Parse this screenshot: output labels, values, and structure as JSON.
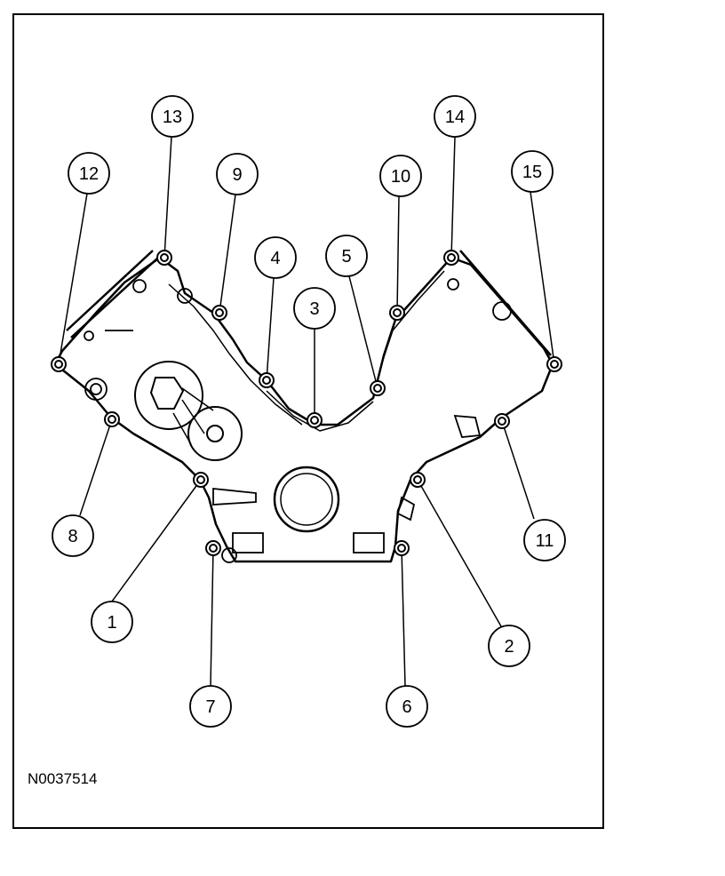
{
  "figure_id": "N0037514",
  "callouts": [
    {
      "label": "1"
    },
    {
      "label": "2"
    },
    {
      "label": "3"
    },
    {
      "label": "4"
    },
    {
      "label": "5"
    },
    {
      "label": "6"
    },
    {
      "label": "7"
    },
    {
      "label": "8"
    },
    {
      "label": "9"
    },
    {
      "label": "10"
    },
    {
      "label": "11"
    },
    {
      "label": "12"
    },
    {
      "label": "13"
    },
    {
      "label": "14"
    },
    {
      "label": "15"
    }
  ],
  "colors": {
    "line": "#000000",
    "background": "#ffffff"
  }
}
